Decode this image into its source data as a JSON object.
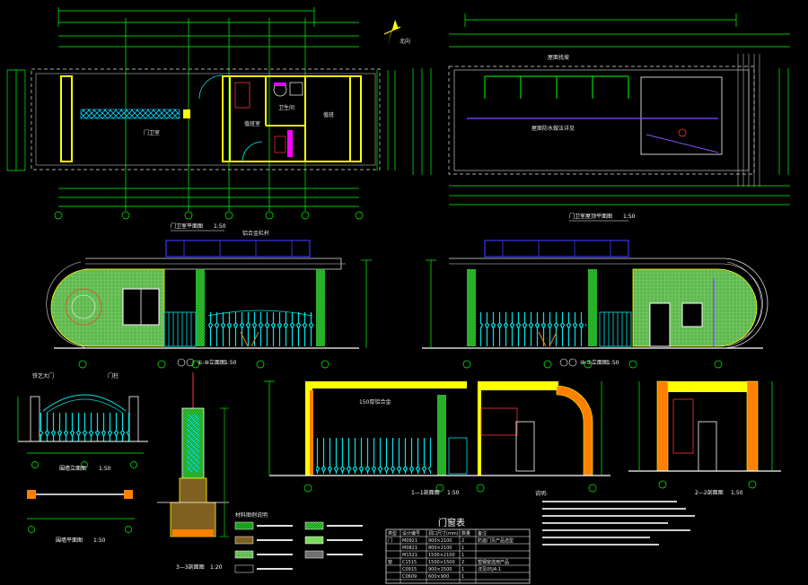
{
  "drawing": {
    "background": "#000000",
    "colors": {
      "dim": "#00ff00",
      "wall": "#ffff00",
      "fence": "#00e5e5",
      "tile": "#7fd860",
      "roof": "#3030d0",
      "note": "#ff3333",
      "text": "#ffffff",
      "magenta": "#ff00ff"
    },
    "views": {
      "floor_plan_title": "门卫室平面图",
      "floor_plan_scale": "1:50",
      "roof_plan_title": "门卫室屋顶平面图",
      "roof_plan_scale": "1:50",
      "front_elev_title": "①-⑩立面图",
      "front_elev_scale": "1:50",
      "rear_elev_title": "⑩-①立面图",
      "rear_elev_scale": "1:50",
      "gate_elev_title": "围墙立面图",
      "gate_elev_scale": "1:50",
      "gate_plan_title": "围墙平面图",
      "gate_plan_scale": "1:50",
      "wall_section_title": "3—3剖面图",
      "wall_section_scale": "1:20",
      "section1_title": "1—1剖面图",
      "section1_scale": "1:50",
      "section2_title": "2—2剖面图",
      "section2_scale": "1:50"
    },
    "door_window_table": {
      "title": "门窗表",
      "headers": [
        "类型",
        "设计编号",
        "洞口尺寸(mm)",
        "数量",
        "备注"
      ],
      "rows": [
        [
          "门",
          "M0921",
          "900×2100",
          "2",
          "防盗门见产品选型"
        ],
        [
          "",
          "M0821",
          "800×2100",
          "1",
          ""
        ],
        [
          "",
          "M1521",
          "1500×2100",
          "1",
          ""
        ],
        [
          "窗",
          "C1515",
          "1500×1500",
          "2",
          "塑钢窗选用产品"
        ],
        [
          "",
          "C0915",
          "900×1500",
          "1",
          "详见05J4-1"
        ],
        [
          "",
          "C0609",
          "600×900",
          "1",
          ""
        ]
      ]
    },
    "notes_title": "说明:",
    "legend_title": "材料图例说明"
  }
}
